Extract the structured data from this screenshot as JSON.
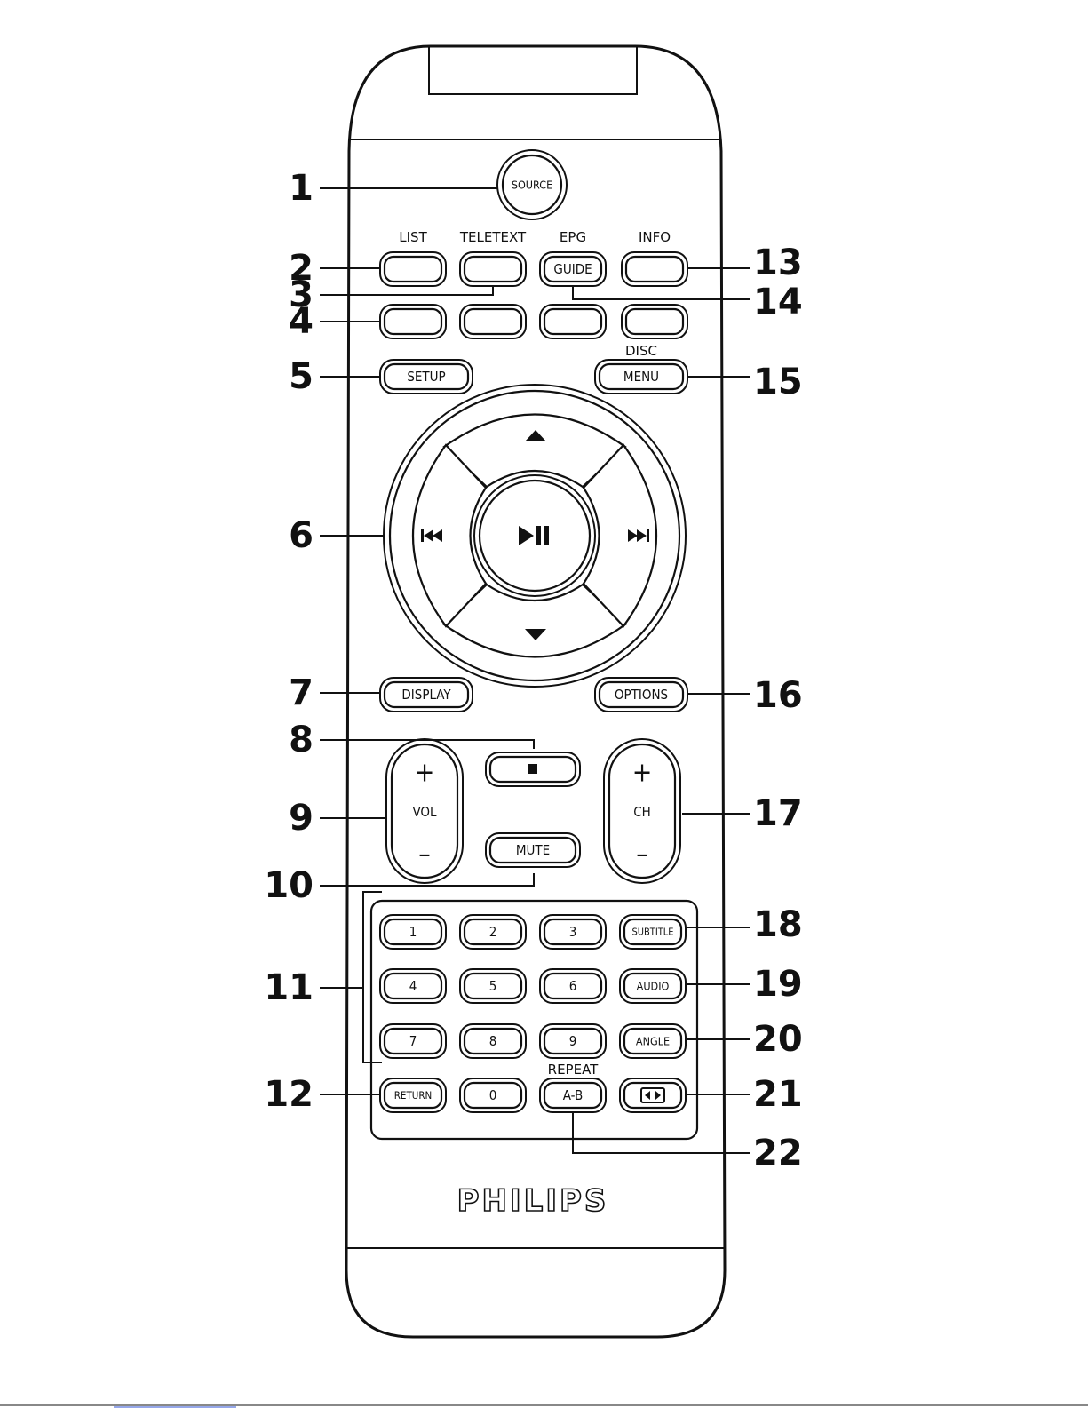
{
  "remote": {
    "brand": "PHILIPS",
    "labels_above": {
      "list": "LIST",
      "teletext": "TELETEXT",
      "epg": "EPG",
      "info": "INFO",
      "disc": "DISC",
      "repeat": "REPEAT"
    },
    "buttons": {
      "source": "SOURCE",
      "guide": "GUIDE",
      "setup": "SETUP",
      "menu": "MENU",
      "display": "DISPLAY",
      "options": "OPTIONS",
      "mute": "MUTE",
      "vol": "VOL",
      "ch": "CH",
      "plus": "+",
      "minus": "–",
      "subtitle": "SUBTITLE",
      "audio": "AUDIO",
      "angle": "ANGLE",
      "return": "RETURN",
      "ab": "A-B",
      "digits": [
        "1",
        "2",
        "3",
        "4",
        "5",
        "6",
        "7",
        "8",
        "9",
        "0"
      ]
    },
    "icons": {
      "up": "up-arrow-icon",
      "down": "down-arrow-icon",
      "previous": "previous-icon",
      "next": "next-icon",
      "play_pause": "play-pause-icon",
      "stop": "stop-icon",
      "zoom": "zoom-icon"
    }
  },
  "callouts": [
    "1",
    "2",
    "3",
    "4",
    "5",
    "6",
    "7",
    "8",
    "9",
    "10",
    "11",
    "12",
    "13",
    "14",
    "15",
    "16",
    "17",
    "18",
    "19",
    "20",
    "21",
    "22"
  ]
}
